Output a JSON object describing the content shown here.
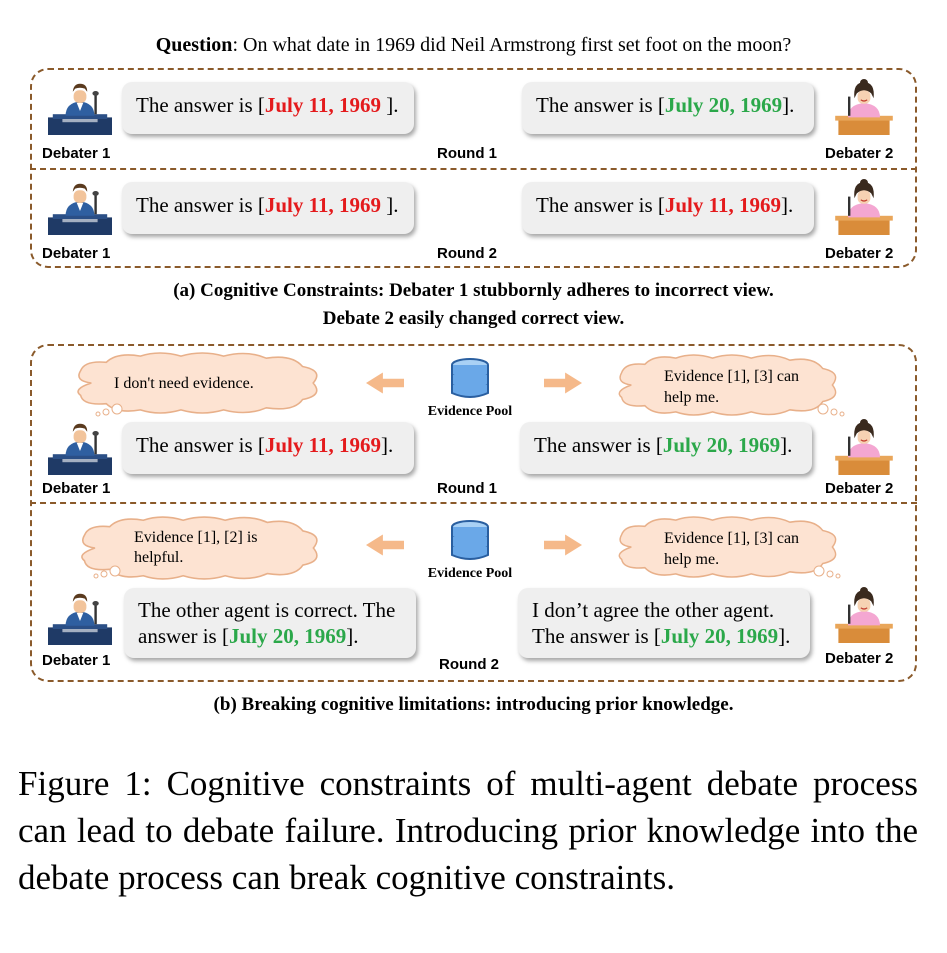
{
  "question": {
    "label": "Question",
    "text": ": On what date in 1969 did Neil Armstrong first set foot on the moon?"
  },
  "labels": {
    "debater1": "Debater 1",
    "debater2": "Debater 2",
    "round1": "Round 1",
    "round2": "Round 2",
    "evidence_pool": "Evidence Pool"
  },
  "panel_a": {
    "round1": {
      "left": {
        "prefix": "The answer is [",
        "answer": "July 11, 1969",
        "suffix": " ]."
      },
      "right": {
        "prefix": "The answer is [",
        "answer": "July 20, 1969",
        "suffix": "]."
      }
    },
    "round2": {
      "left": {
        "prefix": "The answer is [",
        "answer": "July 11, 1969",
        "suffix": " ]."
      },
      "right": {
        "prefix": "The answer is [",
        "answer": "July 11, 1969",
        "suffix": "]."
      }
    },
    "caption_line1": "(a) Cognitive Constraints: Debater 1 stubbornly adheres to incorrect view.",
    "caption_line2": "Debate 2 easily changed correct view."
  },
  "panel_b": {
    "round1": {
      "left_thought": "I don't need evidence.",
      "right_thought_1": "Evidence [1], [3] can",
      "right_thought_2": "help me.",
      "left": {
        "prefix": "The answer is [",
        "answer": "July 11, 1969",
        "suffix": "]."
      },
      "right": {
        "prefix": "The answer is [",
        "answer": "July 20, 1969",
        "suffix": "]."
      }
    },
    "round2": {
      "left_thought_1": "Evidence [1], [2] is",
      "left_thought_2": "helpful.",
      "right_thought_1": "Evidence [1], [3] can",
      "right_thought_2": "help me.",
      "left_line1": "The other agent is correct. The",
      "left": {
        "prefix": "answer is [",
        "answer": "July 20, 1969",
        "suffix": "]."
      },
      "right_line1": "I don’t agree the other agent.",
      "right": {
        "prefix": "The answer is [",
        "answer": "July 20, 1969",
        "suffix": "]."
      }
    },
    "caption": "(b) Breaking cognitive limitations: introducing prior knowledge."
  },
  "figure_caption": "Figure 1: Cognitive constraints of multi-agent debate process can lead to debate failure. Introducing prior knowledge into the debate process can break cognitive constraints.",
  "colors": {
    "wrong": "#e41a1c",
    "correct": "#2ba84a",
    "border": "#8a5a2b",
    "arrow": "#f5b98a",
    "cloud": "#fde3d2",
    "pool": "#6aa8e8"
  }
}
